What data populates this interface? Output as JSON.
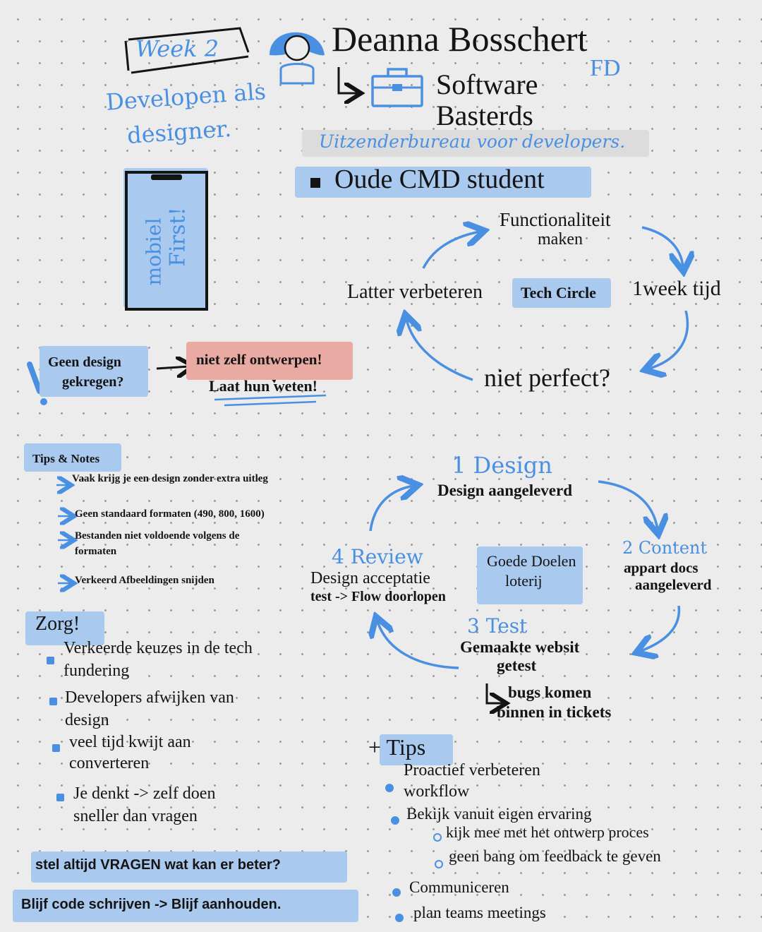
{
  "header": {
    "week": "Week 2",
    "speaker": "Deanna Bosschert",
    "company": "Software Basterds",
    "fd": "FD",
    "tagline": "Uitzenderbureau voor developers.",
    "oude": "Oude CMD student"
  },
  "subtitle": {
    "line1": "Developen als",
    "line2": "designer."
  },
  "phone": {
    "text1": "mobiel",
    "text2": "First!"
  },
  "tech_circle": {
    "center": "Tech Circle",
    "top1": "Functionaliteit",
    "top2": "maken",
    "right": "1week tijd",
    "bottom": "niet perfect?",
    "left": "Latter verbeteren"
  },
  "no_design": {
    "q1": "Geen design",
    "q2": "gekregen?",
    "a": "niet zelf ontwerpen!",
    "b": "Laat hun weten!"
  },
  "tips_notes": {
    "title": "Tips & Notes",
    "items": [
      "Vaak krijg je een design zonder extra uitleg",
      "Geen standaard formaten (490, 800, 1600)",
      "Bestanden niet voldoende volgens de formaten",
      "Verkeerd Afbeeldingen snijden"
    ]
  },
  "zorg": {
    "title": "Zorg!",
    "items": [
      "Verkeerde keuzes in de tech fundering",
      "Developers afwijken van design",
      "veel tijd kwijt aan converteren",
      "Je denkt -> zelf doen sneller dan vragen"
    ]
  },
  "process": {
    "center1": "Goede Doelen",
    "center2": "loterij",
    "design_title": "1 Design",
    "design_text": "Design aangeleverd",
    "content_title": "2 Content",
    "content_text1": "appart docs",
    "content_text2": "aangeleverd",
    "test_title": "3 Test",
    "test_text1": "Gemaakte websit",
    "test_text2": "getest",
    "test_text3": "bugs komen",
    "test_text4": "binnen in tickets",
    "review_title": "4 Review",
    "review_text1": "Design acceptatie",
    "review_text2": "test -> Flow doorlopen"
  },
  "tips": {
    "title": "+ Tips",
    "items": [
      "Proactief verbeteren workflow",
      "Bekijk vanuit eigen ervaring",
      "kijk mee met het ontwerp proces",
      "geen bang om feedback te geven",
      "Communiceren",
      "plan teams meetings"
    ]
  },
  "footer": {
    "line1": "stel altijd VRAGEN wat kan er beter?",
    "line2": "Blijf code schrijven -> Blijf aanhouden."
  },
  "colors": {
    "accent": "#4a90e2",
    "highlight": "#a9c9ee",
    "red_highlight": "#e8aaa3",
    "ink": "#141414"
  }
}
